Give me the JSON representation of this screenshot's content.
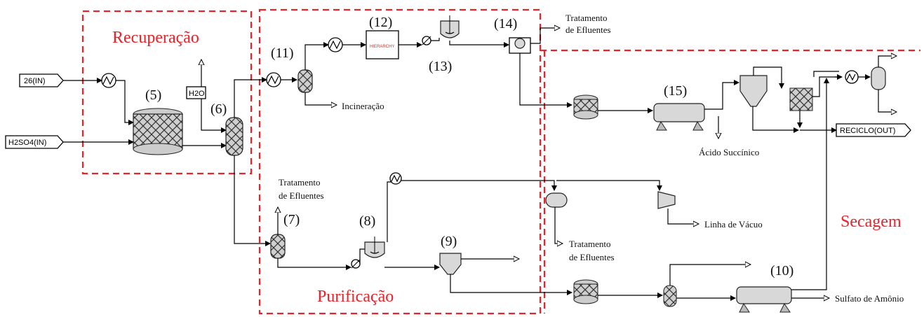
{
  "colors": {
    "boundary": "#e8232a",
    "line": "#000000",
    "equipment_fill": "#d8d8d8"
  },
  "regions": {
    "recuperacao": "Recuperação",
    "purificacao": "Purificação",
    "secagem": "Secagem"
  },
  "numbers": {
    "n5": "(5)",
    "n6": "(6)",
    "n7": "(7)",
    "n8": "(8)",
    "n9": "(9)",
    "n10": "(10)",
    "n11": "(11)",
    "n12": "(12)",
    "n13": "(13)",
    "n14": "(14)",
    "n15": "(15)"
  },
  "streams": {
    "in_26": "26(IN)",
    "in_h2so4": "H2SO4(IN)",
    "h2o": "H2O",
    "reciclo_out": "RECICLO(OUT)",
    "hierarchy": "HIERARCHY"
  },
  "labels": {
    "incineracao": "Incineração",
    "acido_succinico": "Ácido Succínico",
    "linha_vacuo": "Linha de Vácuo",
    "sulfato_amonio": "Sulfato de Amônio",
    "tratamento_1": "Tratamento",
    "efluentes_1": "de Efluentes",
    "tratamento_2": "Tratamento",
    "efluentes_2": "de Efluentes",
    "tratamento_3": "Tratamento",
    "efluentes_3": "de Efluentes"
  }
}
